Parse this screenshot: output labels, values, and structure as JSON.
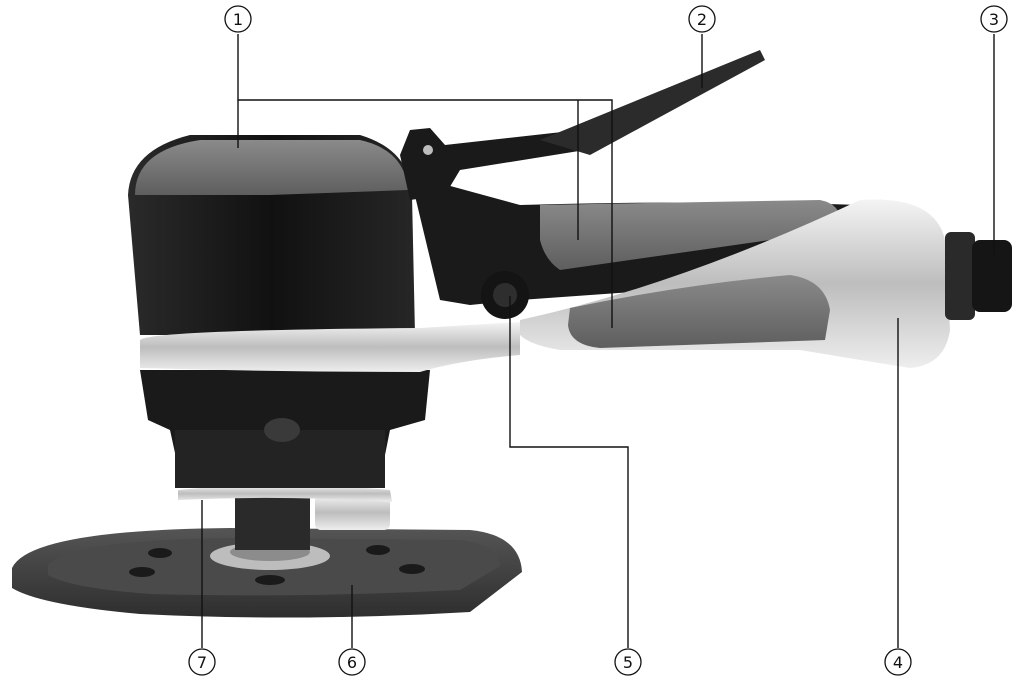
{
  "callouts": [
    {
      "id": "1",
      "label": "1"
    },
    {
      "id": "2",
      "label": "2"
    },
    {
      "id": "3",
      "label": "3"
    },
    {
      "id": "4",
      "label": "4"
    },
    {
      "id": "5",
      "label": "5"
    },
    {
      "id": "6",
      "label": "6"
    },
    {
      "id": "7",
      "label": "7"
    }
  ],
  "colors": {
    "body_black": "#1c1c1c",
    "grip_grey": "#7a7a7a",
    "chrome": "#d9d9d9",
    "pad_dark": "#3a3a3a"
  }
}
